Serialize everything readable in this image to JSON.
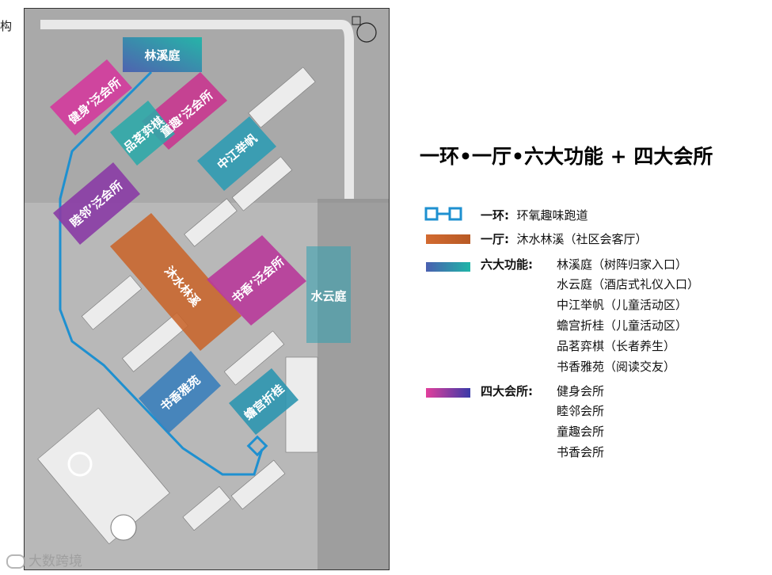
{
  "corner_text": "构",
  "plan": {
    "zones": [
      {
        "id": "linxiting",
        "label": "林溪庭"
      },
      {
        "id": "jianshen",
        "label": "健身’泛会所"
      },
      {
        "id": "tongqu",
        "label": "童趣’泛会所"
      },
      {
        "id": "pinming",
        "label": "品茗弈棋"
      },
      {
        "id": "zhongjiang",
        "label": "中江举帆"
      },
      {
        "id": "mulin",
        "label": "睦邻’泛会所"
      },
      {
        "id": "mushui",
        "label": "沐水林溪"
      },
      {
        "id": "shuxiang_club",
        "label": "书香’泛会所"
      },
      {
        "id": "shuiyun",
        "label": "水云庭"
      },
      {
        "id": "shuxiang_garden",
        "label": "书香雅苑"
      },
      {
        "id": "chan_gong",
        "label": "蟾宫折桂"
      }
    ],
    "watermark": "大数跨境"
  },
  "title": "一环•一厅•六大功能 + 四大会所",
  "legend": {
    "ring": {
      "key": "一环:",
      "text": "环氧趣味跑道",
      "color": "#1e90d0"
    },
    "hall": {
      "key": "一厅:",
      "text": "沐水林溪（社区会客厅）",
      "color": "#c8642a"
    },
    "six": {
      "key": "六大功能:",
      "items": [
        "林溪庭（树阵归家入口）",
        "水云庭（酒店式礼仪入口）",
        "中江举帆（儿童活动区）",
        "蟾宫折桂（儿童活动区）",
        "品茗弈棋（长者养生）",
        "书香雅苑（阅读交友）"
      ]
    },
    "four": {
      "key": "四大会所:",
      "items": [
        "健身会所",
        "睦邻会所",
        "童趣会所",
        "书香会所"
      ]
    }
  }
}
